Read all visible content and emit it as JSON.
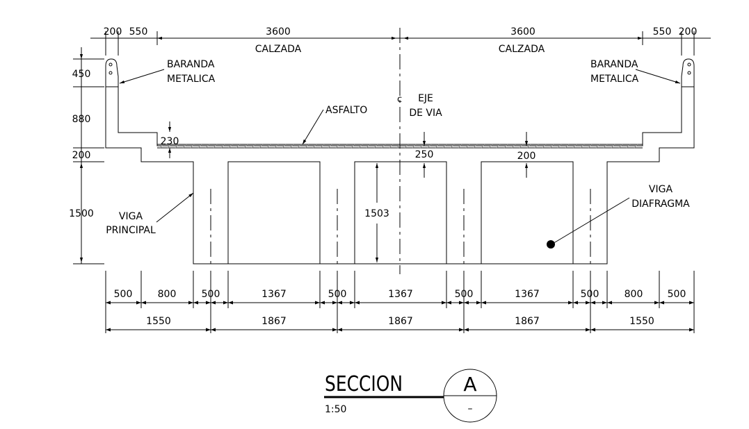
{
  "title": {
    "main": "SECCION",
    "scale": "1:50",
    "section_letter": "A",
    "section_sheet": "–"
  },
  "top_dimensions": {
    "left": [
      "200",
      "550"
    ],
    "lanes": [
      "3600",
      "3600"
    ],
    "lane_labels": [
      "CALZADA",
      "CALZADA"
    ],
    "right": [
      "550",
      "200"
    ]
  },
  "left_dimensions": [
    "450",
    "880",
    "200",
    "1500"
  ],
  "callouts": {
    "railing_left": [
      "BARANDA",
      "METALICA"
    ],
    "railing_right": [
      "BARANDA",
      "METALICA"
    ],
    "asphalt": "ASFALTO",
    "road_axis": [
      "EJE",
      "DE VIA"
    ],
    "axis_symbol": "c",
    "main_beam": [
      "VIGA",
      "PRINCIPAL"
    ],
    "diaphragm_beam": [
      "VIGA",
      "DIAFRAGMA"
    ]
  },
  "inner_dimensions": {
    "asphalt_thickness": "230",
    "slab_center": "250",
    "slab_right": "200",
    "beam_height": "1503"
  },
  "bottom_dimensions_row1": [
    "500",
    "800",
    "500",
    "1367",
    "500",
    "1367",
    "500",
    "1367",
    "500",
    "800",
    "500"
  ],
  "bottom_dimensions_row2": [
    "1550",
    "1867",
    "1867",
    "1867",
    "1550"
  ]
}
